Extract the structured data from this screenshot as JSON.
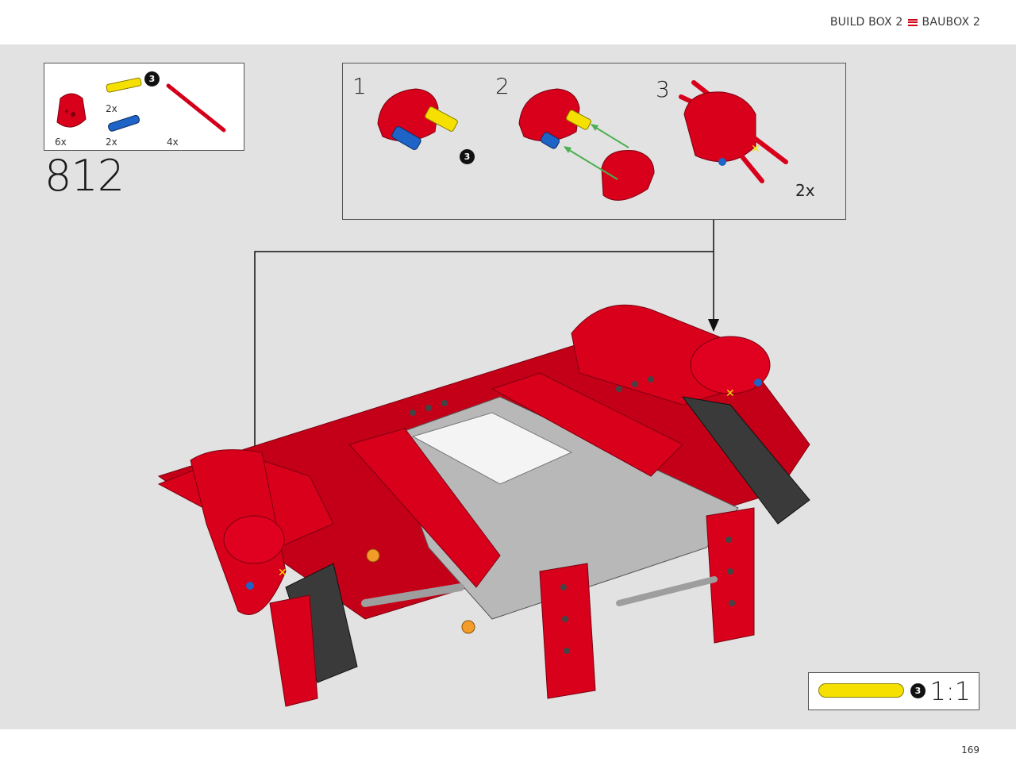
{
  "header": {
    "left": "BUILD BOX 2",
    "right": "BAUBOX 2"
  },
  "parts": [
    {
      "name": "red-curved-panel",
      "qty": "6x"
    },
    {
      "name": "yellow-axle-pin",
      "qty": "2x",
      "badge": "3"
    },
    {
      "name": "blue-pin",
      "qty": "2x"
    },
    {
      "name": "red-axle",
      "qty": "4x"
    }
  ],
  "step": {
    "number": "812"
  },
  "subassembly": {
    "steps": [
      "1",
      "2",
      "3"
    ],
    "badge": "3",
    "multiplier": "2x"
  },
  "scale": {
    "badge": "3",
    "label": "1:1"
  },
  "page": {
    "number": "169"
  },
  "colors": {
    "brick_red": "#d9001b",
    "yellow": "#f5e000",
    "blue": "#1e63c6",
    "green_arrow": "#4caf50",
    "gray": "#bdbdbd",
    "dark": "#333333"
  }
}
